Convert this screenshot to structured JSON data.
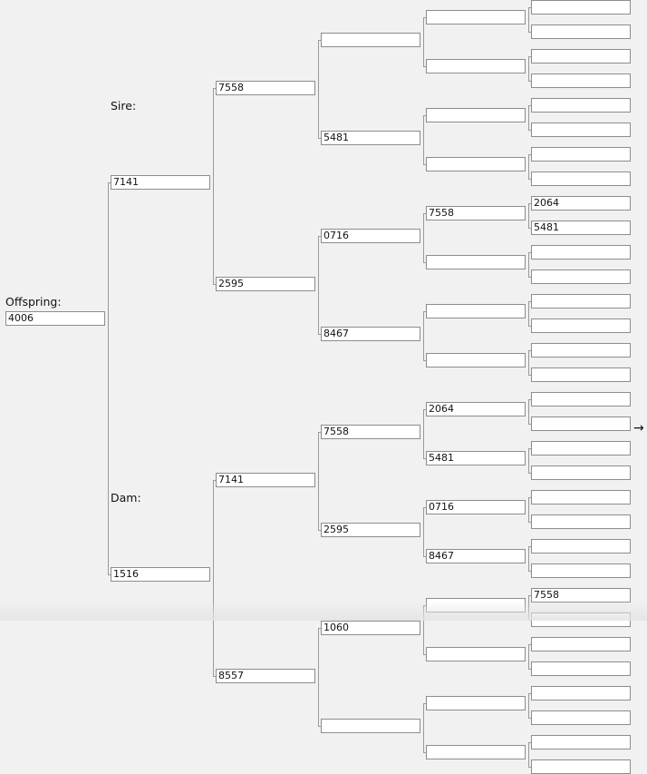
{
  "labels": {
    "offspring": "Offspring:",
    "sire": "Sire:",
    "dam": "Dam:"
  },
  "offspring": "4006",
  "parents": [
    "7141",
    "1516"
  ],
  "grandparents": [
    "7558",
    "2595",
    "7141",
    "8557"
  ],
  "great_grandparents": [
    "",
    "5481",
    "0716",
    "8467",
    "7558",
    "2595",
    "1060",
    ""
  ],
  "gen4": [
    "",
    "",
    "",
    "",
    "7558",
    "",
    "",
    "",
    "2064",
    "5481",
    "0716",
    "8467",
    "",
    "",
    "",
    ""
  ],
  "gen5": [
    "",
    "",
    "",
    "",
    "",
    "",
    "",
    "",
    "2064",
    "5481",
    "",
    "",
    "",
    "",
    "",
    "",
    "",
    "",
    "",
    "",
    "",
    "",
    "",
    "",
    "7558",
    "",
    "",
    "",
    "",
    "",
    "",
    ""
  ],
  "expand_arrow": "→"
}
